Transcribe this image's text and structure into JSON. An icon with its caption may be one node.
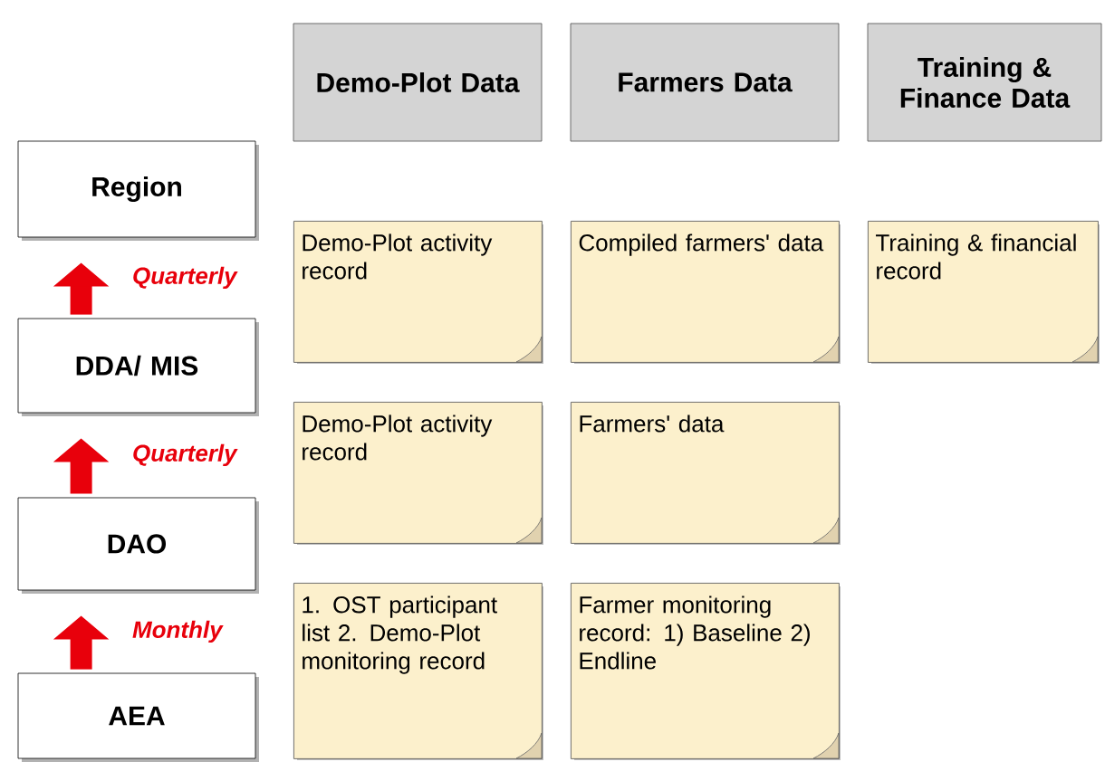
{
  "diagram": {
    "nodes": [
      {
        "text": [
          "Demo-Plot Data"
        ]
      },
      {
        "text": [
          "Farmers Data"
        ]
      },
      {
        "text": [
          "Training & Finance Data"
        ]
      },
      {
        "text": [
          "Region"
        ]
      },
      {
        "text": [
          "Demo-Plot activity record"
        ]
      },
      {
        "text": [
          "Compiled farmers' data"
        ]
      },
      {
        "text": [
          "Training & financial record"
        ]
      },
      {
        "text": [
          "DDA/ MIS"
        ]
      },
      {
        "text": [
          "Demo-Plot activity record"
        ]
      },
      {
        "text": [
          "Farmers' data"
        ]
      },
      {
        "text": [
          "DAO"
        ]
      },
      {
        "text": [
          "1. OST participant list 2. Demo-Plot monitoring record"
        ]
      },
      {
        "text": [
          "Farmer monitoring record: 1) Baseline 2) Endline"
        ]
      },
      {
        "text": [
          "AEA"
        ]
      }
    ],
    "edges": [
      {
        "from": 7,
        "to": 3,
        "arrow": "to",
        "label": "Quarterly"
      },
      {
        "from": 10,
        "to": 7,
        "arrow": "to",
        "label": "Quarterly"
      },
      {
        "from": 13,
        "to": 10,
        "arrow": "to",
        "label": "Monthly"
      }
    ]
  }
}
